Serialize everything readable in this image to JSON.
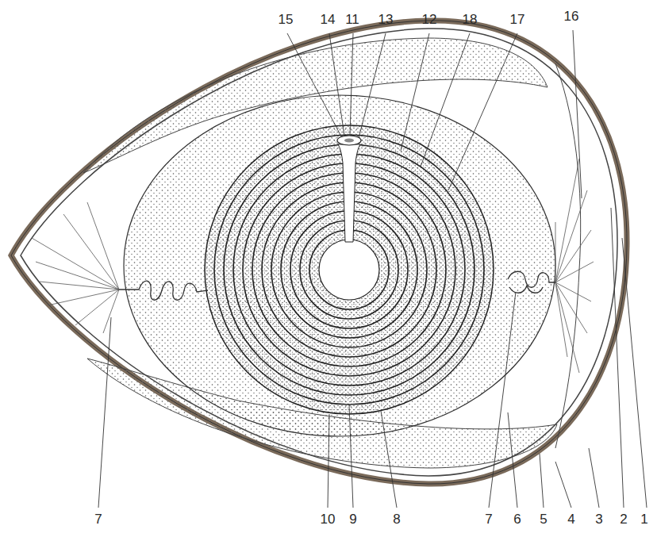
{
  "diagram": {
    "labels": [
      "15",
      "14",
      "11",
      "13",
      "12",
      "18",
      "17",
      "16",
      "7",
      "10",
      "9",
      "8",
      "7",
      "6",
      "5",
      "4",
      "3",
      "2",
      "1"
    ]
  }
}
